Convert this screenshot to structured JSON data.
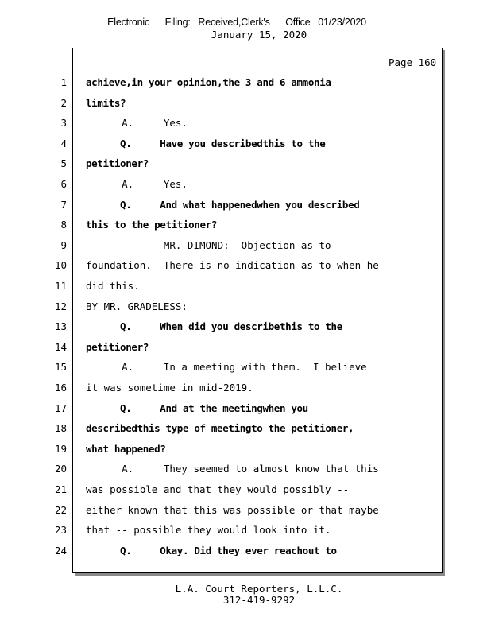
{
  "header": {
    "filing": "Electronic      Filing:   Received,Clerk's      Office   01/23/2020",
    "date": "January 15, 2020"
  },
  "page_label": "Page 160",
  "lines": [
    {
      "num": "1",
      "text": "achieve,in your opinion,the 3 and 6 ammonia",
      "bold": true
    },
    {
      "num": "2",
      "text": "limits?",
      "bold": true
    },
    {
      "num": "3",
      "text": "      A.     Yes.",
      "bold": false
    },
    {
      "num": "4",
      "text": "      Q.     Have you describedthis to the",
      "bold": true
    },
    {
      "num": "5",
      "text": "petitioner?",
      "bold": true
    },
    {
      "num": "6",
      "text": "      A.     Yes.",
      "bold": false
    },
    {
      "num": "7",
      "text": "      Q.     And what happenedwhen you described",
      "bold": true
    },
    {
      "num": "8",
      "text": "this to the petitioner?",
      "bold": true
    },
    {
      "num": "9",
      "text": "             MR. DIMOND:  Objection as to",
      "bold": false
    },
    {
      "num": "10",
      "text": "foundation.  There is no indication as to when he",
      "bold": false
    },
    {
      "num": "11",
      "text": "did this.",
      "bold": false
    },
    {
      "num": "12",
      "text": "BY MR. GRADELESS:",
      "bold": false
    },
    {
      "num": "13",
      "text": "      Q.     When did you describethis to the",
      "bold": true
    },
    {
      "num": "14",
      "text": "petitioner?",
      "bold": true
    },
    {
      "num": "15",
      "text": "      A.     In a meeting with them.  I believe",
      "bold": false
    },
    {
      "num": "16",
      "text": "it was sometime in mid-2019.",
      "bold": false
    },
    {
      "num": "17",
      "text": "      Q.     And at the meetingwhen you",
      "bold": true
    },
    {
      "num": "18",
      "text": "describedthis type of meetingto the petitioner,",
      "bold": true
    },
    {
      "num": "19",
      "text": "what happened?",
      "bold": true
    },
    {
      "num": "20",
      "text": "      A.     They seemed to almost know that this",
      "bold": false
    },
    {
      "num": "21",
      "text": "was possible and that they would possibly --",
      "bold": false
    },
    {
      "num": "22",
      "text": "either known that this was possible or that maybe",
      "bold": false
    },
    {
      "num": "23",
      "text": "that -- possible they would look into it.",
      "bold": false
    },
    {
      "num": "24",
      "text": "      Q.     Okay. Did they ever reachout to",
      "bold": true
    }
  ],
  "footer": {
    "company": "L.A. Court Reporters, L.L.C.",
    "phone": "312-419-9292"
  }
}
